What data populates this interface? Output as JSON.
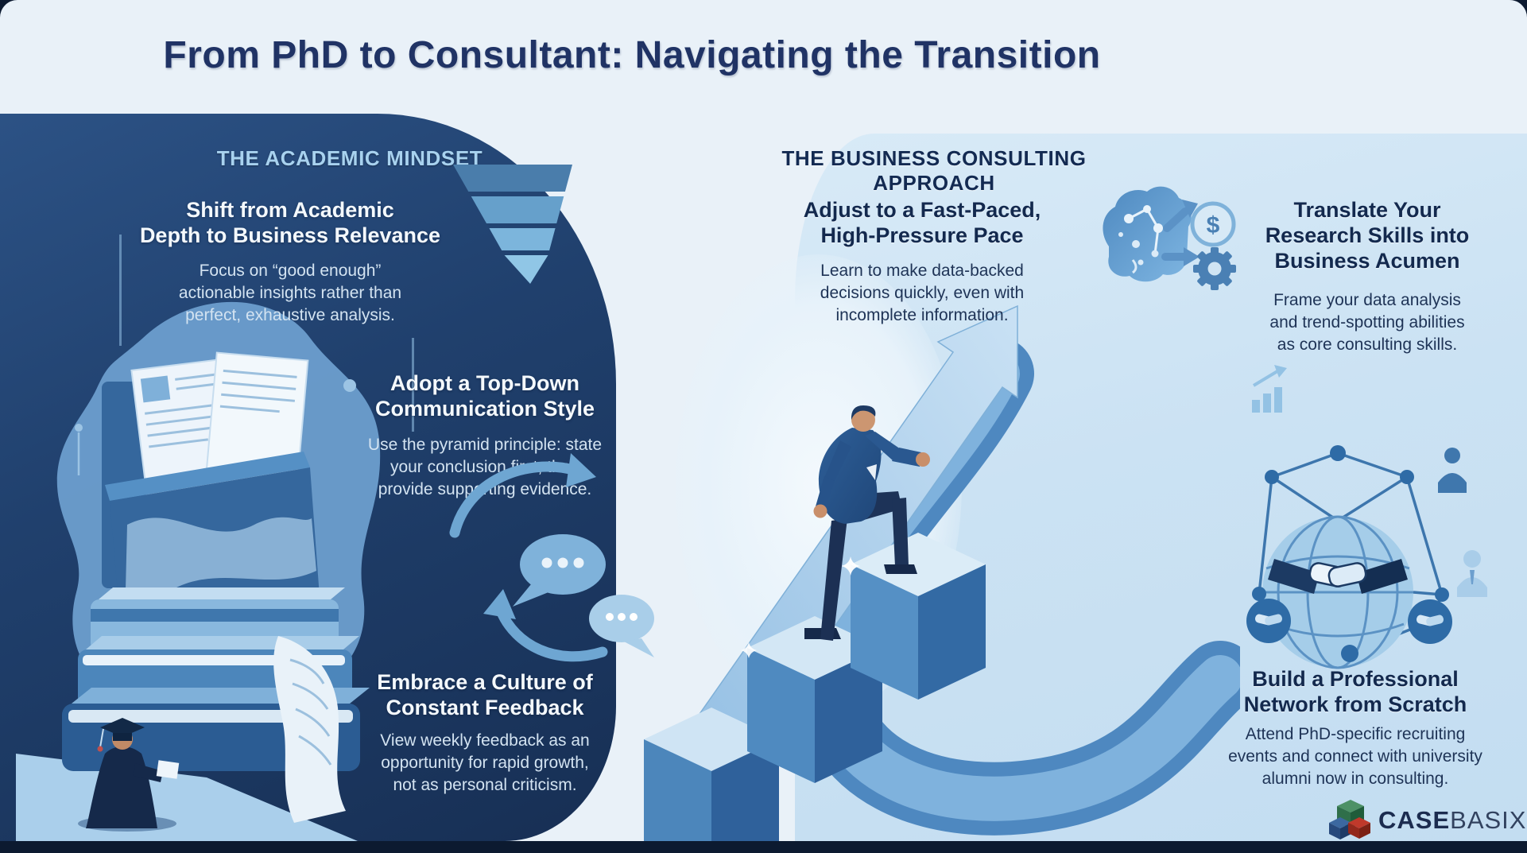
{
  "title": "From PhD to Consultant: Navigating the Transition",
  "academic": {
    "header": "THE ACADEMIC MINDSET",
    "items": [
      {
        "title": [
          "Shift from Academic",
          "Depth to Business Relevance"
        ],
        "desc": [
          "Focus on “good enough”",
          "actionable insights rather than",
          "perfect, exhaustive analysis."
        ]
      },
      {
        "title": [
          "Adopt a Top-Down",
          "Communication Style"
        ],
        "desc": [
          "Use the pyramid principle: state",
          "your conclusion first, then",
          "provide supporting evidence."
        ]
      },
      {
        "title": [
          "Embrace a Culture of",
          "Constant Feedback"
        ],
        "desc": [
          "View weekly feedback as an",
          "opportunity for rapid growth,",
          "not as personal criticism."
        ]
      }
    ]
  },
  "consulting": {
    "header": "THE BUSINESS CONSULTING APPROACH",
    "items": [
      {
        "title": [
          "Adjust to a Fast-Paced,",
          "High-Pressure Pace"
        ],
        "desc": [
          "Learn to make data-backed",
          "decisions quickly, even with",
          "incomplete information."
        ]
      },
      {
        "title": [
          "Translate Your",
          "Research Skills into",
          "Business Acumen"
        ],
        "desc": [
          "Frame your data analysis",
          "and trend-spotting abilities",
          "as core consulting skills."
        ]
      },
      {
        "title": [
          "Build a Professional",
          "Network from Scratch"
        ],
        "desc": [
          "Attend PhD-specific recruiting",
          "events and connect with university",
          "alumni now in consulting."
        ]
      }
    ]
  },
  "icons": {
    "pyramid": "inverted-pyramid-funnel",
    "feedback": "chat-bubbles-cycle",
    "brain": "brain-to-dollar-and-gear",
    "network": "globe-handshake-network",
    "logo_cubes": "three-stacked-cubes",
    "dollar": "$"
  },
  "logo": {
    "part1": "CASE",
    "part2": "BASIX"
  },
  "colors": {
    "navy_panel": "#20406d",
    "light_panel": "#cbe2f3",
    "title_navy": "#203365",
    "accent_light_blue": "#a8d2ef",
    "logo_green": "#2f6f4a",
    "logo_blue": "#27497c",
    "logo_red": "#93281c"
  }
}
